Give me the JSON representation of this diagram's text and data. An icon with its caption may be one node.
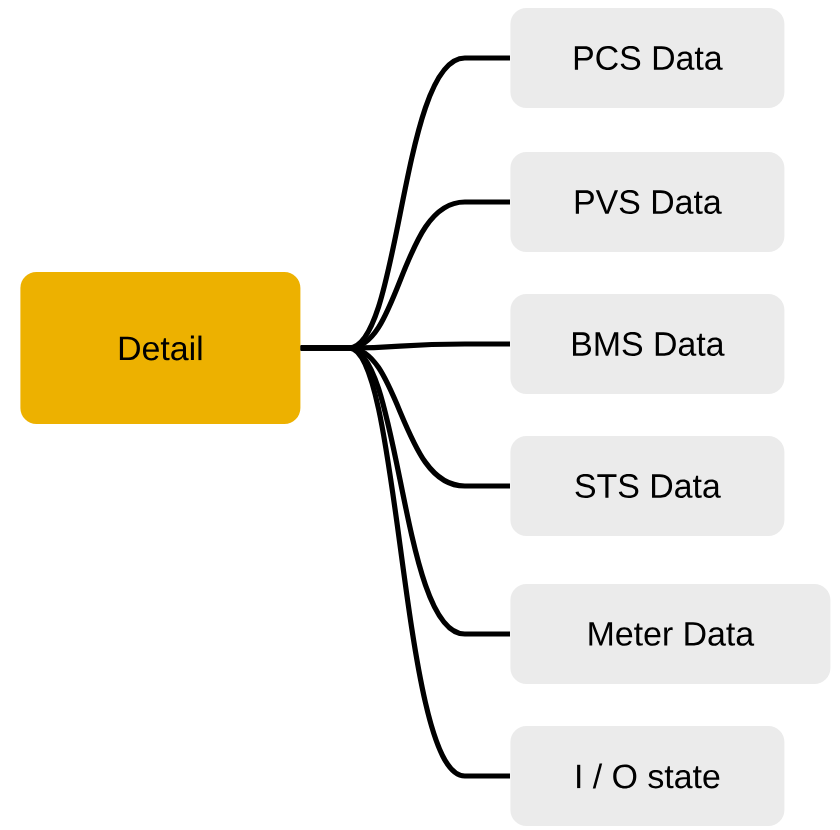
{
  "diagram": {
    "nodes": [
      {
        "text": [
          "Detail"
        ]
      },
      {
        "text": [
          "PCS Data"
        ]
      },
      {
        "text": [
          "PVS Data"
        ]
      },
      {
        "text": [
          "BMS Data"
        ]
      },
      {
        "text": [
          "STS Data"
        ]
      },
      {
        "text": [
          "Meter Data"
        ]
      },
      {
        "text": [
          "I / O state"
        ]
      }
    ],
    "edges": [
      {
        "from": 0,
        "to": 1,
        "arrow": "none"
      },
      {
        "from": 0,
        "to": 2,
        "arrow": "none"
      },
      {
        "from": 0,
        "to": 3,
        "arrow": "none"
      },
      {
        "from": 0,
        "to": 4,
        "arrow": "none"
      },
      {
        "from": 0,
        "to": 5,
        "arrow": "none"
      },
      {
        "from": 0,
        "to": 6,
        "arrow": "none"
      }
    ]
  }
}
